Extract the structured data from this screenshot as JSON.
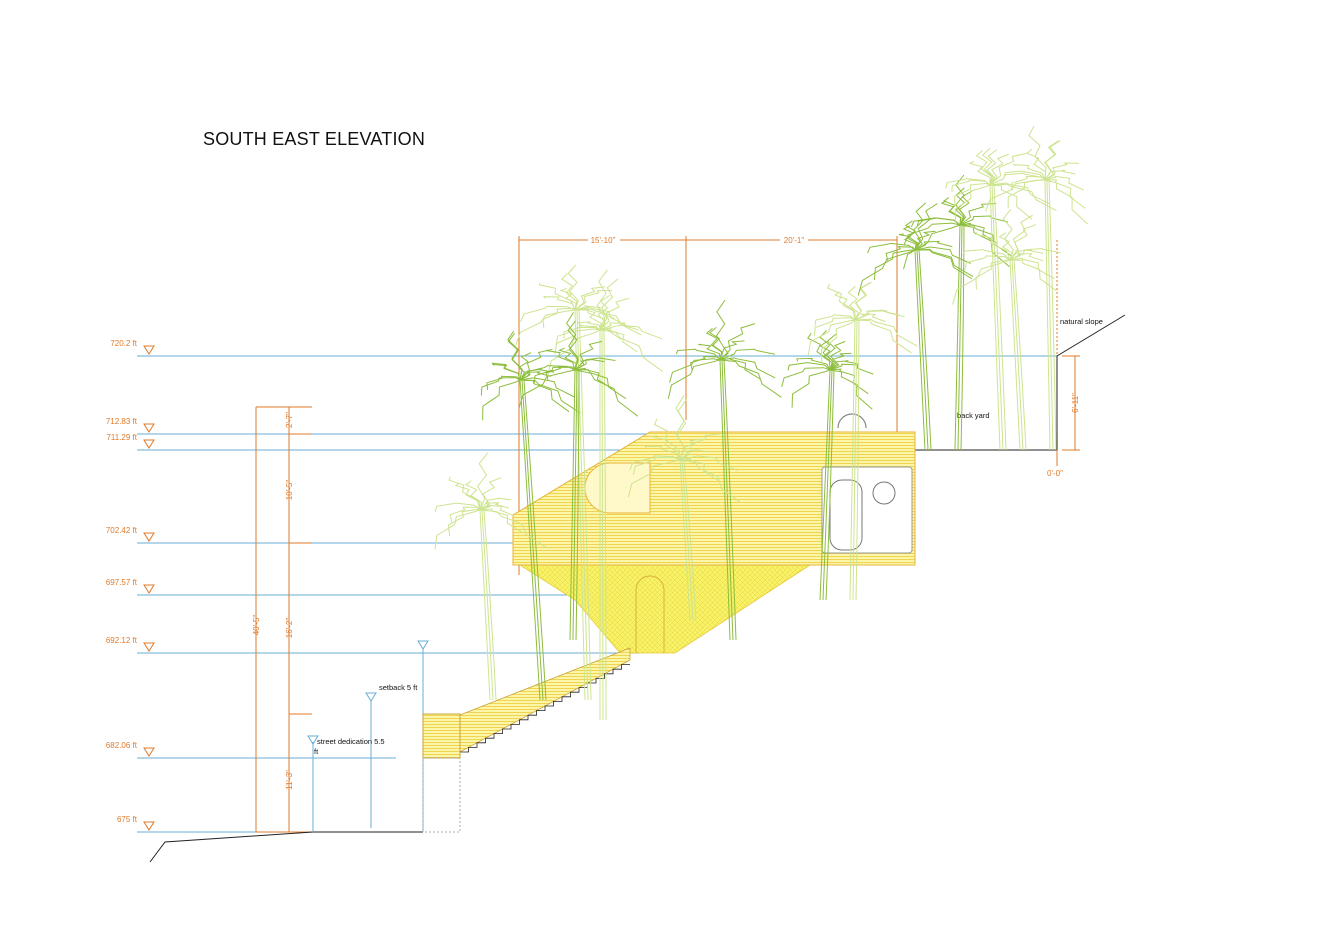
{
  "title": "SOUTH EAST ELEVATION",
  "elevations": [
    "720.2 ft",
    "712.83 ft",
    "711.29 ft",
    "702.42 ft",
    "697.57 ft",
    "692.12 ft",
    "682.06 ft",
    "675 ft"
  ],
  "vertical_dimensions": {
    "overall": "40'-5\"",
    "segments": [
      "2'-7\"",
      "10'-5\"",
      "16'-2\"",
      "11'-3\""
    ]
  },
  "horizontal_dimensions": [
    "15'-10\"",
    "20'-1\""
  ],
  "right_dimension": "6'-11\"",
  "right_datum": "0'-0\"",
  "annotations": {
    "natural_slope": "natural slope",
    "back_yard": "back yard",
    "setback": "setback 5 ft",
    "street_dedication": "street dedication 5.5",
    "street_dedication_unit": "ft"
  },
  "colors": {
    "dimension": "#e07a2a",
    "level": "#6aaed6",
    "palm_dark": "#8dbd3c",
    "palm_light": "#cde48f",
    "structure": "#f2e23a"
  }
}
